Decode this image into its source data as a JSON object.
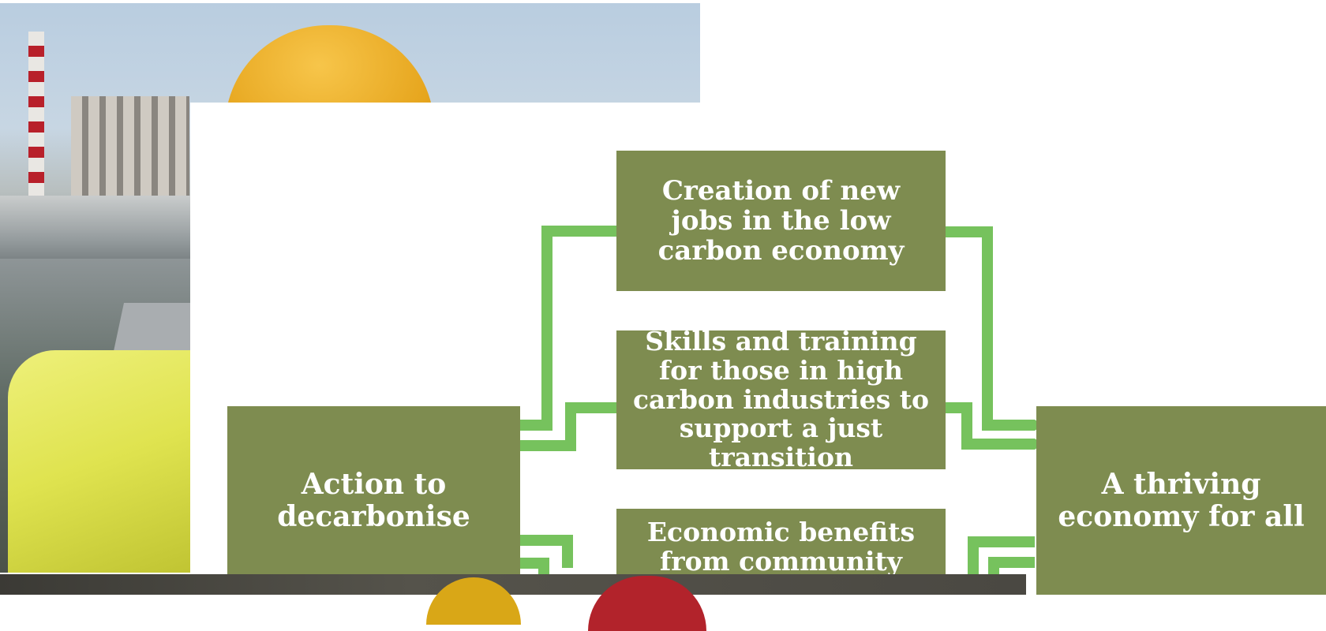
{
  "diagram": {
    "source_box": {
      "label": "Action to decarbonise"
    },
    "middle_boxes": [
      {
        "label": "Creation of new jobs in the low carbon economy"
      },
      {
        "label": "Skills and training for those in high carbon industries to support a just transition"
      },
      {
        "label": "Economic benefits from community energy"
      }
    ],
    "outcome_box": {
      "label": "A thriving economy for all"
    }
  },
  "colors": {
    "box_fill": "#7e8c50",
    "connector": "#76c25d",
    "text": "#ffffff"
  }
}
